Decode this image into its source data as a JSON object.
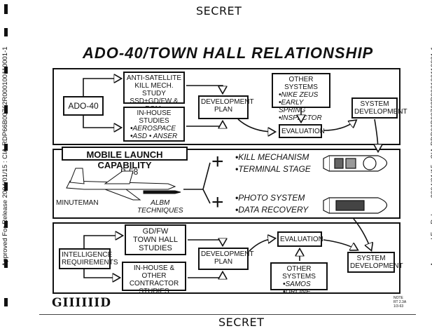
{
  "header": {
    "classification": "SECRET"
  },
  "footer": {
    "classification": "SECRET"
  },
  "side_stamp": "Approved For Release 2004/01/15 : CIA-RDP66B00762R000100110001-1",
  "title": "ADO-40/TOWN HALL RELATIONSHIP",
  "top_panel": {
    "ado40": "ADO-40",
    "anti_sat": [
      "ANTI-SATELLITE",
      "KILL MECH. STUDY",
      "SSD+GD/FW & POM."
    ],
    "inhouse_title": "IN-HOUSE STUDIES",
    "inhouse_items": [
      "AEROSPACE",
      "ASD  • ANSER"
    ],
    "dev_plan": [
      "DEVELOPMENT",
      "PLAN"
    ],
    "other_title": "OTHER SYSTEMS",
    "other_items": [
      "NIKE ZEUS",
      "EARLY SPRING",
      "INSPECTOR"
    ],
    "evaluation": "EVALUATION",
    "system_dev": [
      "SYSTEM",
      "DEVELOPMENT"
    ]
  },
  "middle_panel": {
    "mobile": "MOBILE LAUNCH CAPABILITY",
    "b58": "B-58",
    "minuteman": "MINUTEMAN",
    "albm": [
      "ALBM",
      "TECHNIQUES"
    ],
    "kill_items": [
      "KILL MECHANISM",
      "TERMINAL STAGE"
    ],
    "photo_items": [
      "PHOTO SYSTEM",
      "DATA RECOVERY"
    ],
    "plus": "+"
  },
  "bottom_panel": {
    "intel": [
      "INTELLIGENCE",
      "REQUIREMENTS"
    ],
    "gdfw": [
      "GD/FW",
      "TOWN HALL",
      "STUDIES"
    ],
    "inhouse_other": [
      "IN-HOUSE & OTHER",
      "CONTRACTOR",
      "STUDIES"
    ],
    "dev_plan": [
      "DEVELOPMENT",
      "PLAN"
    ],
    "evaluation": "EVALUATION",
    "other_title": "OTHER SYSTEMS",
    "other_items": [
      "SAMOS",
      "DRONE"
    ],
    "system_dev": [
      "SYSTEM",
      "DEVELOPMENT"
    ]
  },
  "logo": "GIIIIIID",
  "corner_note": [
    "NOTE",
    "RT 2.3A",
    "1/3-63"
  ]
}
